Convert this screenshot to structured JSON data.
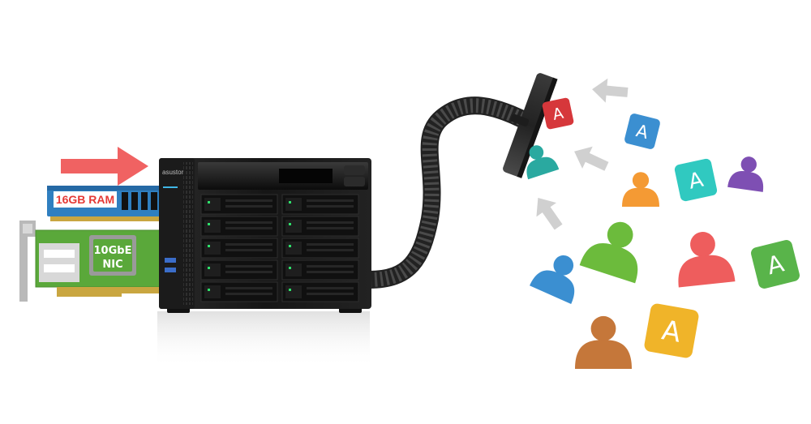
{
  "ram": {
    "label": "16GB RAM",
    "label_color": "#e53935",
    "stick_color": "#2f7fc0"
  },
  "nic": {
    "line1": "10GbE",
    "line2": "NIC",
    "board_color": "#5aa83a",
    "chip_color": "#5aa83a"
  },
  "nas": {
    "brand": "asustor",
    "body_color": "#1c1c1c"
  },
  "insert_arrow": {
    "color": "#f06262"
  },
  "hose": {
    "color": "#222222"
  },
  "vacuum_head": {
    "color": "#2a2a2a"
  },
  "icons": {
    "letter_glyph": "A",
    "intake_arrow_color": "#d0d0d0",
    "items": [
      {
        "kind": "letter",
        "color": "#d6373b"
      },
      {
        "kind": "user",
        "color": "#2aa9a0"
      },
      {
        "kind": "letter",
        "color": "#3b8fd1"
      },
      {
        "kind": "user",
        "color": "#f49a34"
      },
      {
        "kind": "letter",
        "color": "#30c9c0"
      },
      {
        "kind": "user",
        "color": "#7e4fb3"
      },
      {
        "kind": "user",
        "color": "#6cbb3c"
      },
      {
        "kind": "user",
        "color": "#ee5d5d"
      },
      {
        "kind": "letter",
        "color": "#59b44a"
      },
      {
        "kind": "user",
        "color": "#3b8fd1"
      },
      {
        "kind": "user",
        "color": "#c5773a"
      },
      {
        "kind": "letter",
        "color": "#f0b429"
      }
    ]
  }
}
